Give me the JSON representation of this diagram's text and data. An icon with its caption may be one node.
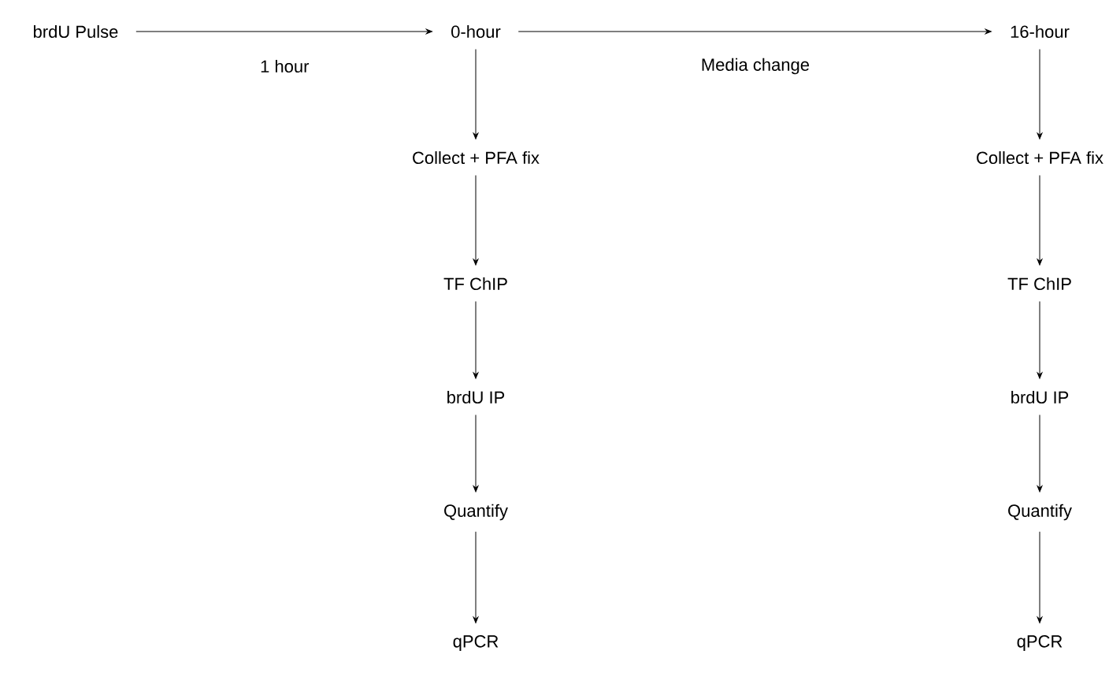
{
  "diagram": {
    "nodes": [
      {
        "text": [
          "brdU Pulse"
        ]
      },
      {
        "text": [
          "0-hour"
        ]
      },
      {
        "text": [
          "16-hour"
        ]
      },
      {
        "text": [
          "Collect + PFA fix"
        ]
      },
      {
        "text": [
          "TF ChIP"
        ]
      },
      {
        "text": [
          "brdU IP"
        ]
      },
      {
        "text": [
          "Quantify"
        ]
      },
      {
        "text": [
          "qPCR"
        ]
      },
      {
        "text": [
          "Collect + PFA fix"
        ]
      },
      {
        "text": [
          "TF ChIP"
        ]
      },
      {
        "text": [
          "brdU IP"
        ]
      },
      {
        "text": [
          "Quantify"
        ]
      },
      {
        "text": [
          "qPCR"
        ]
      }
    ],
    "edges": [
      {
        "from": 0,
        "to": 1,
        "arrow": "to",
        "label": "1 hour"
      },
      {
        "from": 1,
        "to": 2,
        "arrow": "to",
        "label": "Media change"
      },
      {
        "from": 1,
        "to": 3,
        "arrow": "to"
      },
      {
        "from": 3,
        "to": 4,
        "arrow": "to"
      },
      {
        "from": 4,
        "to": 5,
        "arrow": "to"
      },
      {
        "from": 5,
        "to": 6,
        "arrow": "to"
      },
      {
        "from": 6,
        "to": 7,
        "arrow": "to"
      },
      {
        "from": 2,
        "to": 8,
        "arrow": "to"
      },
      {
        "from": 8,
        "to": 9,
        "arrow": "to"
      },
      {
        "from": 9,
        "to": 10,
        "arrow": "to"
      },
      {
        "from": 10,
        "to": 11,
        "arrow": "to"
      },
      {
        "from": 11,
        "to": 12,
        "arrow": "to"
      }
    ]
  }
}
